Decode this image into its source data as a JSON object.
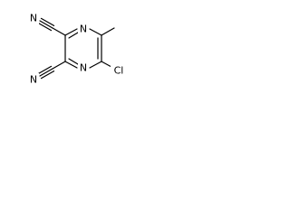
{
  "molecule": {
    "atoms": {
      "n_top": "N",
      "n_bottom": "N",
      "n_nitrile_top": "N",
      "n_nitrile_bottom": "N",
      "cl": "Cl"
    }
  }
}
